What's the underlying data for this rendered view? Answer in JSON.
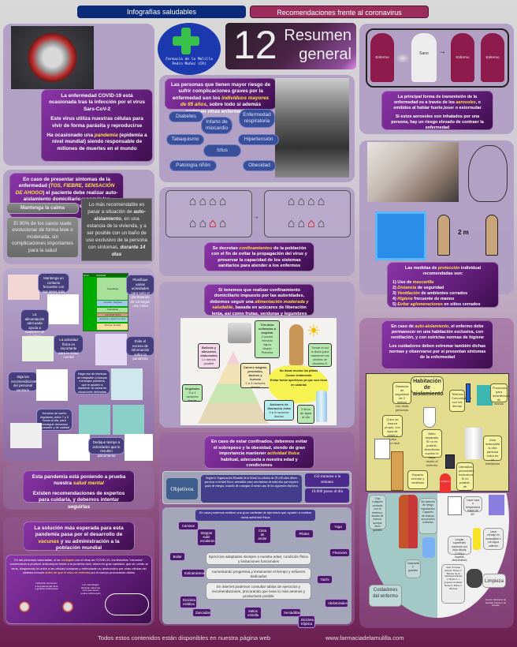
{
  "header": {
    "tab_infografias": "Infografías saludables",
    "tab_recomendaciones": "Recomendaciones frente al coronavirus",
    "colors": {
      "tab_infografias": "#0b2a7a",
      "tab_recomendaciones": "#9a2d5c"
    }
  },
  "logo": {
    "line1": "Farmacia de la Malilla",
    "line2": "Pedro Muñoz (CR)"
  },
  "title": {
    "number": "12",
    "line1": "Resumen",
    "line2": "general"
  },
  "covid_intro": {
    "p1": "La enfermedad COVID-19 está ocasionada tras la infección por el virus Sars-CoV-2",
    "p2": "Este virus utiliza nuestras células para vivir de forma parásita y reproducirse",
    "p3_pre": "Ha ocasionado una ",
    "p3_hl": "pandemia",
    "p3_post": " (epidemia a nivel mundial) siendo responsable de millones de muertes en el mundo"
  },
  "risk": {
    "pre": "Las personas que tienen mayor riesgo de sufrir complicaciones graves por la enfermedad son los ",
    "hl": "individuos mayores de 65 años",
    "post": ", sobre todo si además padecen otras enfermedades",
    "conditions": [
      "Diabetes",
      "Infarto de miocardio",
      "Enfermedad respiratoria",
      "Tabaquismo",
      "Hipertensión",
      "Ictus",
      "Patología riñón",
      "Obesidad"
    ]
  },
  "transmission": {
    "heads": [
      "Enfermo",
      "Sano",
      "Enfermo",
      "Enfermo"
    ],
    "p1_pre": "La principal forma de transmisión de la enfermedad es a través de los ",
    "p1_hl": "aerosoles",
    "p1_post": ", o emitidos al hablar fuerte,toser o estornudar",
    "p2": "Si estos aerosoles son inhalados por una persona, hay un riesgo elevado de contraer la enfermedad"
  },
  "symptoms": {
    "pre": "En caso de presentar síntomas de la enfermedad (",
    "hl": "TOS, FIEBRE, SENSACIÓN DE AHOGO",
    "post": ") el paciente debe realizar auto-aislamiento domiciliario y seguir las recomendaciones del personal sanitario",
    "calm_title": "Mantenga la calma",
    "calm_text": "El 90% de los casos suele evolucionar de forma leve o moderada, sin complicaciones importantes para la salud",
    "isolation_pre": "Lo más recomendable es pasar a situación de ",
    "isolation_bold": "auto-aislamiento",
    "isolation_mid": ", en una estancia de la vivienda, y a ser posible con un baño de uso exclusivo de la persona con síntomas, ",
    "isolation_days": "durante 14 días"
  },
  "lockdown": {
    "pre": "Se decretan ",
    "hl": "confinamientos",
    "post": " de la población con el fin de evitar la propagación del virus y preservar la capacidad de los sistemas sanitarios para atender a los enfermos"
  },
  "protection": {
    "distance": "2 m",
    "intro_pre": "Las medidas de ",
    "intro_hl": "protección",
    "intro_post": " individual recomendadas son:",
    "items": [
      {
        "n": "1)",
        "pre": "Uso de ",
        "hl": "mascarilla",
        "post": ""
      },
      {
        "n": "2)",
        "pre": "",
        "hl": "Distancia",
        "post": " de seguridad"
      },
      {
        "n": "3)",
        "pre": "",
        "hl": "Ventilación",
        "post": " de ambientes cerrados"
      },
      {
        "n": "4)",
        "pre": "",
        "hl": "Higiene",
        "post": " frecuente de manos"
      },
      {
        "n": "5)",
        "pre": "",
        "hl": "Evitar aglomeraciones",
        "post": " en sitios cerrados"
      }
    ]
  },
  "mental": {
    "bubbles": [
      "Mantenga un contacto frecuente con sus seres más queridos",
      "Planifique varias actividades para todo el día tratando de conseguir una rutina",
      "La alimentación adecuada ayuda a mantener un equilibrio mental",
      "La actividad física es importante para la salud mental",
      "Evite el exceso de información sobre la pandemia",
      "Siga las recomendaciones del personal sanitario",
      "Haga uso de técnicas de relajación y busque mensajes positivos, que le ayuden a mantener la calma en situaciones delicadas",
      "Horarios de sueño regulares, entre 7 y 9 horas al día, para conseguir descanso reparador y de calidad",
      "Dedique tiempo a actividades que le resulten placenteras"
    ],
    "schedule": {
      "headers": [
        "Hora",
        "Actividad"
      ],
      "hours": [
        "8:00",
        "9:00",
        "10:00",
        "11:00",
        "12:00",
        "13:00",
        "14:00",
        "15:00",
        "16:00",
        "17:00",
        "18:00",
        "19:00",
        "20:00",
        "21:00",
        "22:00"
      ],
      "blocks": [
        "Teletrabajo",
        "Comida - Reposo",
        "Teletrabajo",
        "Actividad física",
        "Estudios y Ejercicio hijos",
        "Disfrute familiar"
      ]
    },
    "p1_pre": "Esta pandemia está poniendo a prueba nuestra ",
    "p1_hl": "salud mental",
    "p2": "Existen recomendaciones de expertos para cuidarla, y debemos intentar seguirlas"
  },
  "nutrition": {
    "pre": "Si tenemos que realizar confinamiento domiciliario impuesto por las autoridades, debemos seguir una ",
    "hl": "alimentación moderada y saludable",
    "post": ", basada en azúcares de liberación lenta, así como frutas, verduras y legumbres",
    "techniques_title": "Técnicas culinarias a emplear",
    "techniques": [
      "Cocción",
      "Hervido",
      "Vapor",
      "Asado",
      "Plancha"
    ],
    "sun": "Tomar el sol a diario para mantener los niveles de vitamina D",
    "pastry_title": "Bollería y alimentos elaborados",
    "pastry_sub": "Lo menos posible",
    "meat_title": "Carnes magras, pescados, lácteos y huevos",
    "meat_sub": "2 a 3 raciones diarias",
    "tips": [
      "No llenar mucho los platos",
      "Comer lentamente",
      "Evitar tomar aperitivos ya que son ricos en calorías"
    ],
    "veg_title": "Vegetales",
    "veg_sub": "3 a 4 raciones diarias",
    "sugar_title": "Azúcares de liberación lenta",
    "sugar_sub": "3 a 5 raciones diarias",
    "water": "2 litros de agua al día"
  },
  "exercise": {
    "pre": "En caso de estar confinados, debemos evitar el sobrepeso y la obesidad, siendo de gran importancia mantener ",
    "hl": "actividad física",
    "post": " habitual, adecuada a nuestra edad y condiciones",
    "objectives_label": "Objetivos",
    "who_text": "Según la Organización Mundial de la Salud, los adultos de 18 a 65 años deben practicar actividad física, entendida como movimiento de músculos que requiera gasto de energía, tratando de conseguir al menos uno de los siguientes objetivos",
    "goal1": "150 minutos a la semana",
    "goal2": "10.000 pasos al día",
    "home_intro": "En casa podemos realizar una gran cantidad de ejercicios que ayuden a realizar dicha actividad física",
    "exercises": [
      "Caminar",
      "Stepper subir escaleras",
      "Cinta de andar",
      "Pilates",
      "Yoga",
      "Bailar",
      "Flexiones",
      "Estiramientos",
      "Taichi",
      "Bicicleta estática",
      "Abdominales",
      "Zancadas",
      "Saltos estrella",
      "Sentadillas",
      "Bicicleta Elíptica"
    ],
    "tips": [
      "Ejercicios adaptados siempre a nuestra edad, condición física y limitaciones funcionales",
      "Aumentando progresiva y lentamente el tiempo y esfuerzo dedicados",
      "En internet podemos consultar tablas de ejercicios y recomendaciones, procurando que sean lo más amenos y productivos posible"
    ]
  },
  "self_isolation": {
    "p1_pre": "En caso de ",
    "p1_hl": "auto-aislamiento",
    "p1_post": ", el enfermo debe permanecer en una habitación exclusiva, con ventilación, y con estrictas normas de higiene",
    "p2": "Los cuidadores deben extremar también dichas normas y observarse por si presentan síntomas de la enfermedad"
  },
  "room": {
    "title": "Habitación de aislamiento",
    "distance_small": "2m",
    "notes": {
      "distance": "Distancia de seguridad de 2 metros con otras personas",
      "phone": "Teléfono Comunicación con los demás",
      "sanitizer": "Productos para desinfección de manos",
      "bin": "Cubo de basura propio, con tapa de pedal y bolsa cierre fácil",
      "bath": "Baño separado Si no es posible, desinfectar cuando lo haya usado el enfermo",
      "mask": "Usar mascarilla si otra persona entra en la habitación",
      "ventilation": "Espacio cerrado y ventilado",
      "utensils": "Utensilios personales exclusivos Si es posible, de material desechable",
      "patient": "Enfermo"
    },
    "caregivers": {
      "hands": "Tras cualquier contacto con el enfermo, lavado de manos, aunque lleve guantes",
      "no_risk": "Sin factores de riesgo importantes. Capaces de evaluar sus propios síntomas",
      "mask_gloves": "Mascarilla y guantes",
      "label": "Cuidadores del enfermo"
    },
    "cleaning": {
      "laundry": "Lavar ropa a temperatura mayor de 60º",
      "surfaces": "Limpiar superficies comunes con lejía diluida (1:50) y bayetas desechables",
      "dishes": "Lavar menaje en lavavajillas o con agua caliente",
      "bags": "Usar 3 bolsas basura: Bolsa 1: Basura de la habitación Bolsa 2: Bolsa 1 + guantes cuidador Bolsa 3: Bolsa 1 +Bolsa2",
      "label": "Limpieza"
    },
    "source": "Fuente: Ministerio de Sanidad Gobierno de España"
  },
  "vaccine": {
    "p1_pre": "La solución más esperada para esta pandemia pasa por el desarrollo de ",
    "p1_hl": "vacunas",
    "p1_post": " y su administración a la población mundial",
    "p2_pre": "En las personas vacunadas, si se ",
    "p2_hl1": "contagian",
    "p2_mid": " con el virus de COVID-19, los linfocitos \"memoria\" comenzarán a producir anticuerpos frente a la proteína viral, ahora en gran cantidad, que se unirán al virus, bloqueando la unión a las células humanas y estimularán su destrucción por otras células del sistema inmune ",
    "p2_hl2": "antes de que el virus se extienda",
    "p2_post": " por el cuerpo provocando daños",
    "step1": "Linfocitos reconocen a la proteína del virus y generan anticuerpos",
    "step2": "Los macrófagos eliminan todos los virus que tienen unidos anticuerpos"
  },
  "footer": {
    "left": "Todos estos contenidos están disponibles en nuestra página web",
    "right": "www.farmaciadelamulilla.com"
  }
}
